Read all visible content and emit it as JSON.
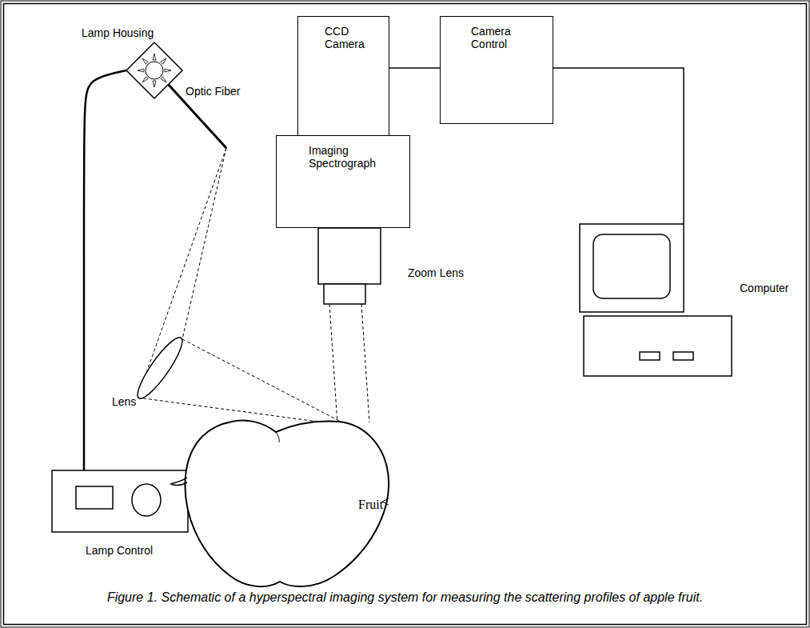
{
  "diagram": {
    "caption": "Figure 1. Schematic of a hyperspectral imaging system for measuring the scattering profiles of apple fruit.",
    "nodes": [
      {
        "text": [
          "CCD Camera"
        ]
      },
      {
        "text": [
          "Camera Control"
        ]
      },
      {
        "text": [
          "Lamp Housing"
        ]
      },
      {
        "text": [
          "Imaging Spectrograph"
        ]
      },
      {
        "text": [
          "Zoom Lens"
        ]
      },
      {
        "text": [
          "Computer"
        ]
      },
      {
        "text": [
          "Lamp Control"
        ]
      },
      {
        "text": [
          "Fruit"
        ]
      }
    ],
    "edges": [
      {
        "from": 0,
        "to": 1,
        "arrow": "none"
      },
      {
        "from": 1,
        "to": 5,
        "arrow": "none"
      },
      {
        "from": 6,
        "to": 2,
        "arrow": "none"
      }
    ],
    "labels": [
      "Optic Fiber",
      "Lens"
    ]
  }
}
